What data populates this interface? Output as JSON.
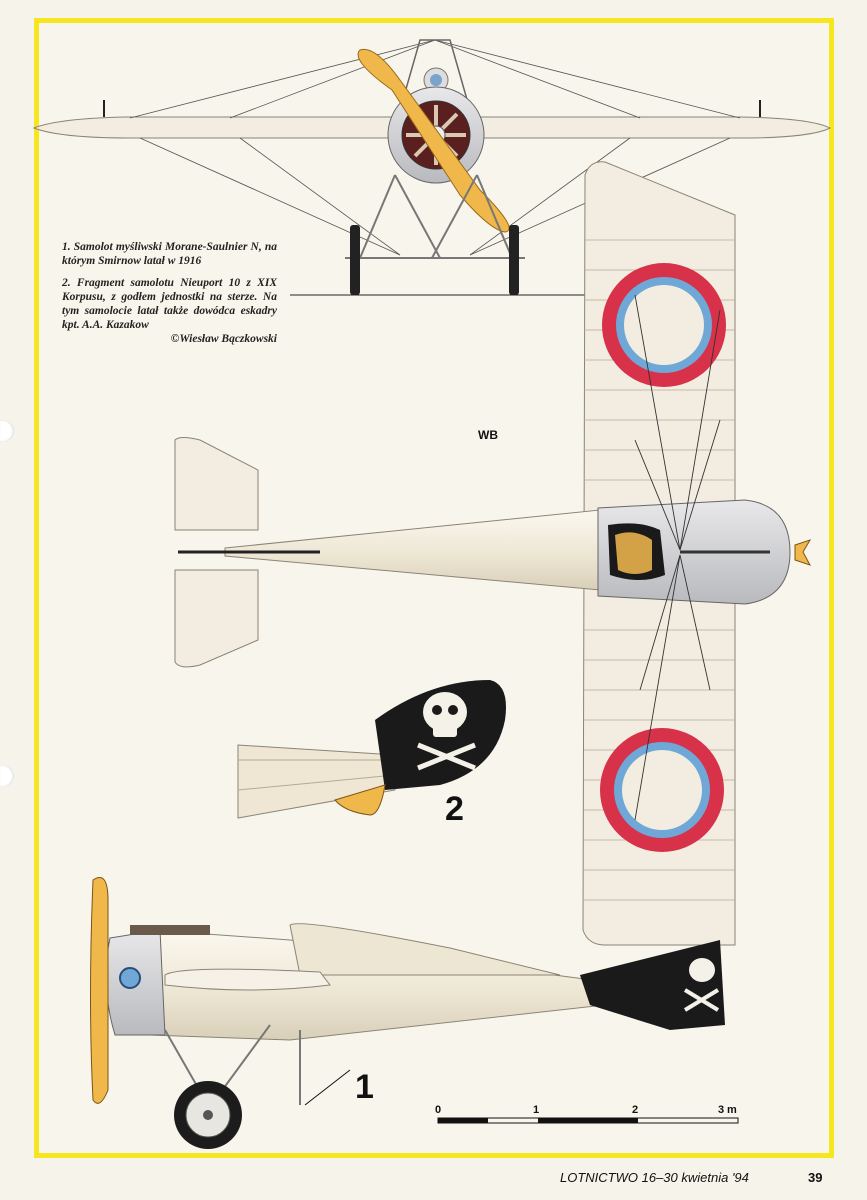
{
  "caption": {
    "item1": "1. Samolot myśliwski Morane-Saulnier N, na którym Smirnow latał w 1916",
    "item2": "2. Fragment samolotu Nieuport 10 z XIX Korpusu, z godłem jednostki na sterze. Na tym samolocie latał także dowódca eskadry kpt. A.A. Kazakow",
    "credit": "©Wiesław Bączkowski"
  },
  "artist_mark": "WB",
  "figure_labels": {
    "one": "1",
    "two": "2"
  },
  "scale": {
    "ticks": [
      "0",
      "1",
      "2",
      "3"
    ],
    "unit": "m"
  },
  "footer": {
    "publication": "LOTNICTWO 16–30 kwietnia '94",
    "page": "39"
  },
  "colors": {
    "frame": "#f5e620",
    "aircraft": "#f2ede0",
    "roundel_red": "#d8314a",
    "roundel_blue": "#6fa8d6",
    "propeller": "#f0b84a",
    "emblem": "#1a1a1a"
  },
  "icons": [
    "skull-crossbones-emblem",
    "roundel"
  ]
}
